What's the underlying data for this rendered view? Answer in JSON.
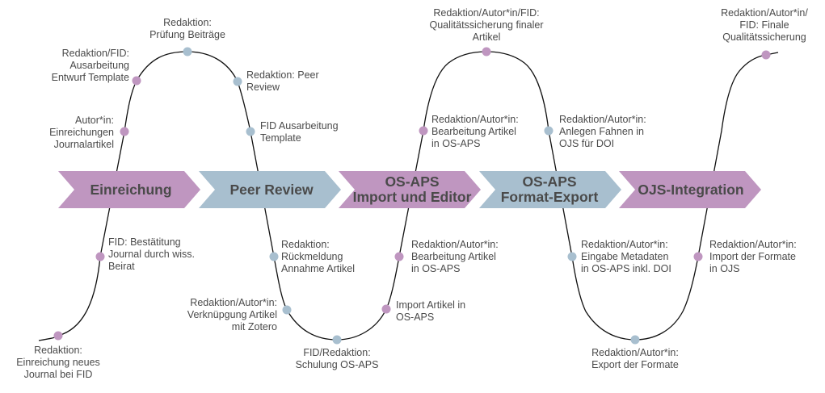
{
  "colors": {
    "purple": "#bf96c0",
    "blue": "#a8bfcf",
    "curve": "#111111",
    "text": "#4a4a4a"
  },
  "phases": [
    {
      "label": "Einreichung",
      "color": "purple"
    },
    {
      "label": "Peer Review",
      "color": "blue"
    },
    {
      "label": "OS-APS\nImport und Editor",
      "color": "purple"
    },
    {
      "label": "OS-APS\nFormat-Export",
      "color": "blue"
    },
    {
      "label": "OJS-Integration",
      "color": "purple"
    }
  ],
  "steps": [
    {
      "text": "Redaktion:\nEinreichung neues\nJournal bei FID",
      "color": "purple"
    },
    {
      "text": "FID: Bestätitung\nJournal durch wiss.\nBeirat",
      "color": "purple"
    },
    {
      "text": "Autor*in:\nEinreichungen\nJournalartikel",
      "color": "purple"
    },
    {
      "text": "Redaktion/FID:\nAusarbeitung\nEntwurf Template",
      "color": "purple"
    },
    {
      "text": "Redaktion:\nPrüfung Beiträge",
      "color": "blue"
    },
    {
      "text": "Redaktion: Peer\nReview",
      "color": "blue"
    },
    {
      "text": "FID Ausarbeitung\nTemplate",
      "color": "blue"
    },
    {
      "text": "Redaktion:\nRückmeldung\nAnnahme Artikel",
      "color": "blue"
    },
    {
      "text": "Redaktion/Autor*in:\nVerknüpgung Artikel\nmit Zotero",
      "color": "blue"
    },
    {
      "text": "FID/Redaktion:\nSchulung OS-APS",
      "color": "blue"
    },
    {
      "text": "Import Artikel in\nOS-APS",
      "color": "purple"
    },
    {
      "text": "Redaktion/Autor*in:\nBearbeitung Artikel\nin OS-APS",
      "color": "purple"
    },
    {
      "text": "Redaktion/Autor*in:\nBearbeitung Artikel\nin OS-APS",
      "color": "purple"
    },
    {
      "text": "Redaktion/Autor*in/FID:\nQualitätssicherung finaler\nArtikel",
      "color": "purple"
    },
    {
      "text": "Redaktion/Autor*in:\nAnlegen Fahnen in\nOJS für DOI",
      "color": "blue"
    },
    {
      "text": "Redaktion/Autor*in:\nEingabe Metadaten\nin OS-APS inkl. DOI",
      "color": "blue"
    },
    {
      "text": "Redaktion/Autor*in:\nExport der Formate",
      "color": "blue"
    },
    {
      "text": "Redaktion/Autor*in:\nImport der Formate\nin OJS",
      "color": "purple"
    },
    {
      "text": "Redaktion/Autor*in/\nFID: Finale\nQualitätssicherung",
      "color": "purple"
    }
  ]
}
